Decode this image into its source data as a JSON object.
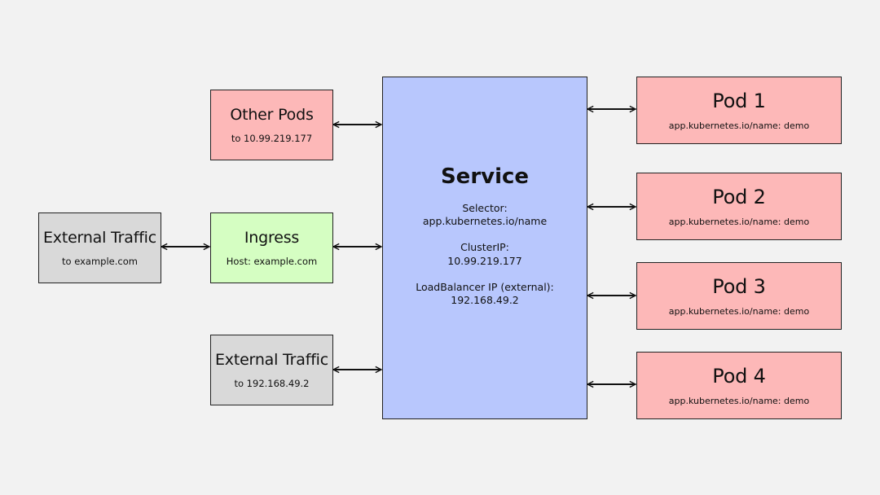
{
  "service": {
    "title": "Service",
    "selector_label": "Selector:",
    "selector_value": "app.kubernetes.io/name",
    "clusterip_label": "ClusterIP:",
    "clusterip_value": "10.99.219.177",
    "lb_label": "LoadBalancer IP (external):",
    "lb_value": "192.168.49.2"
  },
  "other_pods": {
    "title": "Other Pods",
    "subtitle": "to 10.99.219.177"
  },
  "ingress": {
    "title": "Ingress",
    "subtitle": "Host: example.com"
  },
  "external_traffic_left": {
    "title": "External Traffic",
    "subtitle": "to example.com"
  },
  "external_traffic_lb": {
    "title": "External Traffic",
    "subtitle": "to 192.168.49.2"
  },
  "pods": [
    {
      "title": "Pod 1",
      "label": "app.kubernetes.io/name: demo"
    },
    {
      "title": "Pod 2",
      "label": "app.kubernetes.io/name: demo"
    },
    {
      "title": "Pod 3",
      "label": "app.kubernetes.io/name: demo"
    },
    {
      "title": "Pod 4",
      "label": "app.kubernetes.io/name: demo"
    }
  ],
  "colors": {
    "pod_fill": "#fdb8b8",
    "external_fill": "#d9d9d9",
    "ingress_fill": "#d5fec2",
    "service_fill": "#b8c7fd",
    "background": "#f2f2f2"
  }
}
